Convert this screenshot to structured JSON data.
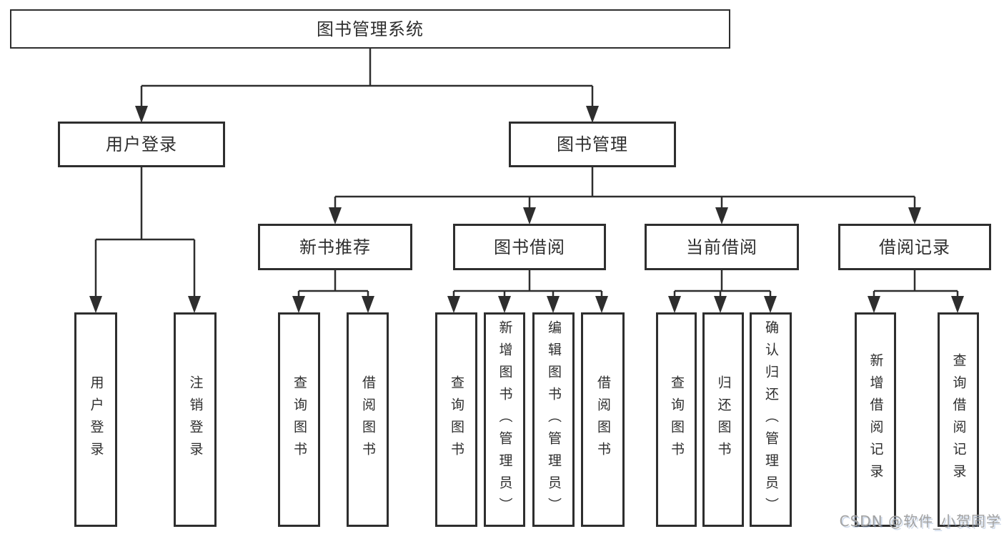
{
  "page": {
    "background": "#ffffff"
  },
  "diagram": {
    "type": "hierarchy-tree",
    "line_color": "#2e2e2e",
    "box_border_color": "#2e2e2e",
    "text_color": "#2e2e2e",
    "tree": {
      "label": "图书管理系统",
      "children": [
        {
          "label": "用户登录",
          "children": [
            {
              "label": "用户登录"
            },
            {
              "label": "注销登录"
            }
          ]
        },
        {
          "label": "图书管理",
          "children": [
            {
              "label": "新书推荐",
              "children": [
                {
                  "label": "查询图书"
                },
                {
                  "label": "借阅图书"
                }
              ]
            },
            {
              "label": "图书借阅",
              "children": [
                {
                  "label": "查询图书"
                },
                {
                  "label": "新增图书（管理员）"
                },
                {
                  "label": "编辑图书（管理员）"
                },
                {
                  "label": "借阅图书"
                }
              ]
            },
            {
              "label": "当前借阅",
              "children": [
                {
                  "label": "查询图书"
                },
                {
                  "label": "归还图书"
                },
                {
                  "label": "确认归还（管理员）"
                }
              ]
            },
            {
              "label": "借阅记录",
              "children": [
                {
                  "label": "新增借阅记录"
                },
                {
                  "label": "查询借阅记录"
                }
              ]
            }
          ]
        }
      ]
    }
  },
  "watermark": {
    "text": "CSDN @软件_小贺同学",
    "color": "#a2a2a2"
  }
}
